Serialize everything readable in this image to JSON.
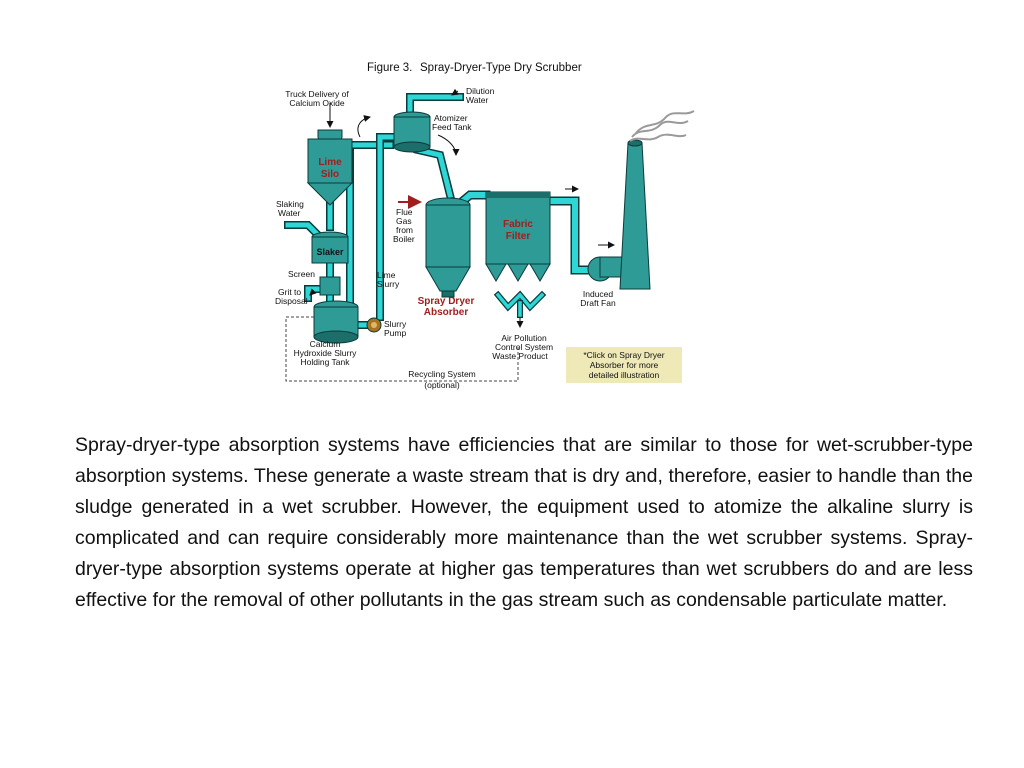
{
  "figure": {
    "title_prefix": "Figure 3.",
    "title": "Spray-Dryer-Type Dry Scrubber",
    "labels": {
      "truck_1": "Truck Delivery of",
      "truck_2": "Calcium Oxide",
      "lime_silo_1": "Lime",
      "lime_silo_2": "Silo",
      "slaking_1": "Slaking",
      "slaking_2": "Water",
      "slaker": "Slaker",
      "screen": "Screen",
      "grit_1": "Grit to",
      "grit_2": "Disposal",
      "holding_1": "Calcium",
      "holding_2": "Hydroxide Slurry",
      "holding_3": "Holding Tank",
      "slurry_pump_1": "Slurry",
      "slurry_pump_2": "Pump",
      "lime_slurry_1": "Lime",
      "lime_slurry_2": "Slurry",
      "dilution_1": "Dilution",
      "dilution_2": "Water",
      "atomizer_1": "Atomizer",
      "atomizer_2": "Feed Tank",
      "flue_1": "Flue",
      "flue_2": "Gas",
      "flue_3": "from",
      "flue_4": "Boiler",
      "fabric_1": "Fabric",
      "fabric_2": "Filter",
      "absorber_1": "Spray Dryer",
      "absorber_2": "Absorber",
      "waste_1": "Air Pollution",
      "waste_2": "Control System",
      "waste_3": "Waste Product",
      "fan_1": "Induced",
      "fan_2": "Draft Fan",
      "recycling_1": "Recycling System",
      "recycling_2": "(optional)"
    },
    "note_1": "*Click on Spray Dryer",
    "note_2": "Absorber for more",
    "note_3": "detailed illustration",
    "colors": {
      "equipment": "#2e9b96",
      "equipment_dark": "#1b6e6a",
      "pipe": "#2fd6d6",
      "pipe_edge": "#0a3b3b",
      "absorber_label": "#a31d1d",
      "note_bg": "#efe9b8"
    }
  },
  "body_text": "Spray-dryer-type absorption systems have efficiencies that are similar to those for wet-scrubber-type absorption systems. These generate a waste stream that is dry and, therefore, easier to handle than the sludge generated in a wet scrubber. However, the equipment used to atomize the alkaline slurry is complicated and can require considerably more maintenance than the wet scrubber systems. Spray-dryer-type absorption systems operate at higher gas temperatures than wet scrubbers do and are less effective for the removal of other pollutants in the gas stream such as condensable particulate matter."
}
